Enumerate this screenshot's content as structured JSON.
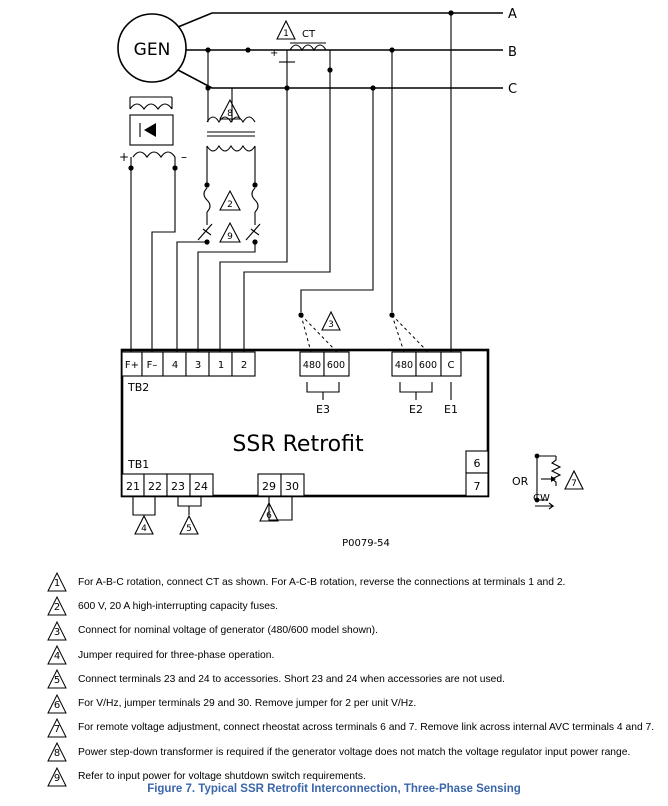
{
  "diagram": {
    "generator_label": "GEN",
    "lines": [
      "A",
      "B",
      "C"
    ],
    "ct_label": "CT",
    "ct_plus": "+",
    "field_plus": "+",
    "field_minus": "–",
    "or_label": "OR",
    "cw_label": "CW",
    "box_title": "SSR Retrofit",
    "tb2_label": "TB2",
    "tb1_label": "TB1",
    "e3_label": "E3",
    "e2_label": "E2",
    "e1_label": "E1",
    "drawing_number": "P0079-54",
    "tb2_terminals": [
      "F+",
      "F–",
      "4",
      "3",
      "1",
      "2"
    ],
    "e3_terminals": [
      "480",
      "600"
    ],
    "e2_terminals": [
      "480",
      "600",
      "C"
    ],
    "tb1_terminals": [
      "21",
      "22",
      "23",
      "24"
    ],
    "tb3_terminals": [
      "29",
      "30"
    ],
    "side_terminals": [
      "6",
      "7"
    ],
    "callouts": {
      "n1": "1",
      "n2": "2",
      "n3": "3",
      "n4": "4",
      "n5": "5",
      "n6": "6",
      "n7": "7",
      "n8": "8",
      "n9": "9"
    }
  },
  "notes": [
    {
      "num": "1",
      "text": "For A-B-C rotation, connect CT as shown. For A-C-B rotation, reverse the connections at terminals 1 and 2."
    },
    {
      "num": "2",
      "text": "600 V, 20 A high-interrupting capacity fuses."
    },
    {
      "num": "3",
      "text": "Connect for nominal voltage of generator (480/600 model shown)."
    },
    {
      "num": "4",
      "text": "Jumper required for three-phase operation."
    },
    {
      "num": "5",
      "text": "Connect terminals 23 and 24 to accessories. Short 23 and 24 when accessories are not used."
    },
    {
      "num": "6",
      "text": "For V/Hz, jumper terminals 29 and 30. Remove jumper for 2 per unit V/Hz."
    },
    {
      "num": "7",
      "text": "For remote voltage adjustment, connect rheostat across terminals 6 and 7. Remove link across internal AVC terminals 4 and 7."
    },
    {
      "num": "8",
      "text": "Power step-down transformer is required if the generator voltage does not match the voltage regulator input power range."
    },
    {
      "num": "9",
      "text": "Refer to input power for voltage shutdown switch requirements."
    }
  ],
  "caption": "Figure 7. Typical SSR Retrofit Interconnection, Three-Phase Sensing"
}
